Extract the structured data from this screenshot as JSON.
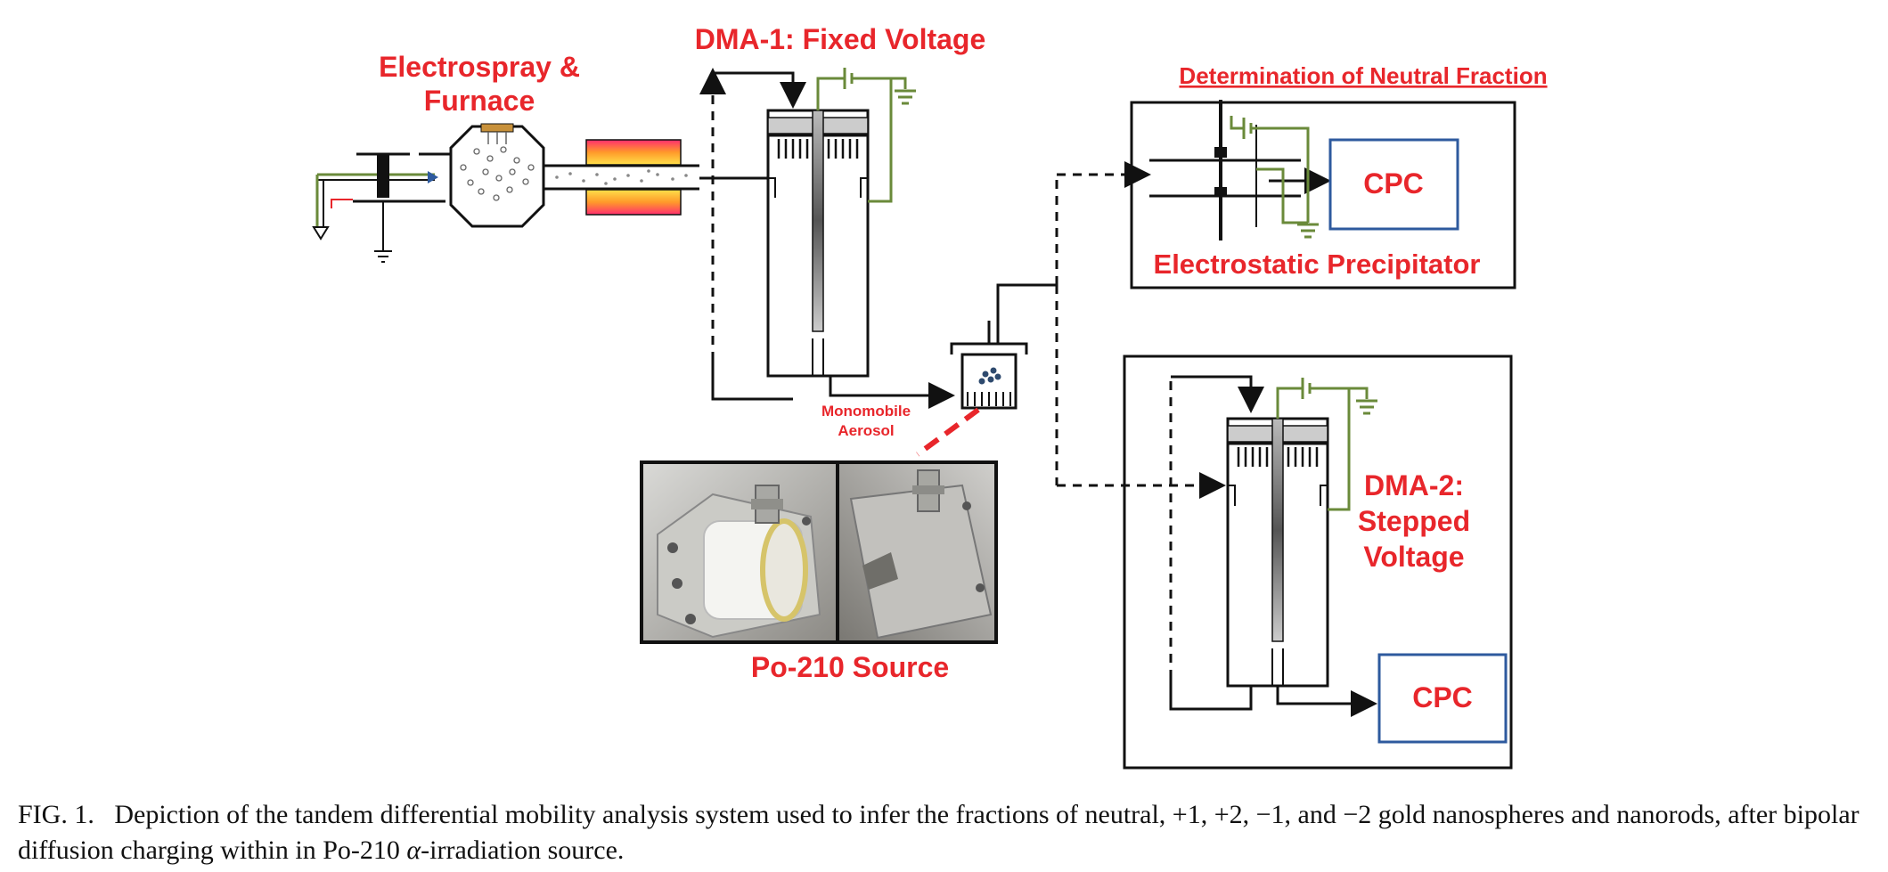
{
  "colors": {
    "accent_red": "#e8262b",
    "ground_green": "#6a8a3a",
    "cpc_blue": "#2e5a9e",
    "line_black": "#111111"
  },
  "labels": {
    "electrospray_line1": "Electrospray &",
    "electrospray_line2": "Furnace",
    "dma1": "DMA-1: Fixed Voltage",
    "neutral_fraction": "Determination of Neutral Fraction",
    "cpc_top": "CPC",
    "precipitator": "Electrostatic Precipitator",
    "monomobile_line1": "Monomobile",
    "monomobile_line2": "Aerosol",
    "dma2_line1": "DMA-2:",
    "dma2_line2": "Stepped",
    "dma2_line3": "Voltage",
    "cpc_bottom": "CPC",
    "po210": "Po-210 Source"
  },
  "caption": {
    "prefix": "FIG. 1.",
    "text_before": "Depiction of the tandem differential mobility analysis system used to infer the fractions of neutral, +1, +2, −1, and −2 gold nanospheres and nanorods, after bipolar diffusion charging within in Po-210 ",
    "symbol": "α",
    "text_after": "-irradiation source."
  }
}
